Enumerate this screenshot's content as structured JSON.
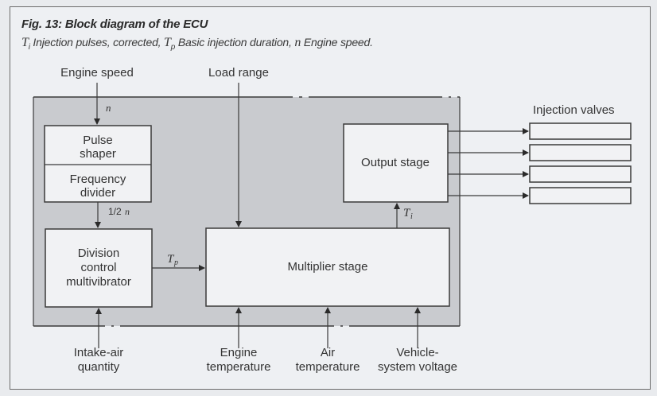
{
  "figure": {
    "title": "Fig. 13: Block diagram of the ECU",
    "caption": {
      "ti_symbol": "T",
      "ti_sub": "i",
      "ti_text": " Injection pulses, corrected, ",
      "tp_symbol": "T",
      "tp_sub": "p",
      "tp_text": " Basic injection duration, ",
      "n_symbol": "n",
      "n_text": " Engine speed."
    }
  },
  "inputs": {
    "engine_speed": "Engine speed",
    "load_range": "Load range",
    "intake_air_line1": "Intake-air",
    "intake_air_line2": "quantity",
    "engine_temp_line1": "Engine",
    "engine_temp_line2": "temperature",
    "air_temp_line1": "Air",
    "air_temp_line2": "temperature",
    "vehicle_voltage_line1": "Vehicle-",
    "vehicle_voltage_line2": "system voltage"
  },
  "blocks": {
    "pulse_shaper_line1": "Pulse",
    "pulse_shaper_line2": "shaper",
    "freq_divider_line1": "Frequency",
    "freq_divider_line2": "divider",
    "division_line1": "Division",
    "division_line2": "control",
    "division_line3": "multivibrator",
    "multiplier": "Multiplier stage",
    "output": "Output stage"
  },
  "signals": {
    "n": "n",
    "half_n_frac": "1/2",
    "half_n_var": "n",
    "tp_symbol": "T",
    "tp_sub": "p",
    "ti_symbol": "T",
    "ti_sub": "i"
  },
  "outputs": {
    "injection_valves": "Injection valves",
    "valve_count": 4
  },
  "colors": {
    "ecu_fill": "#c9cbcf",
    "block_fill": "#f1f2f4",
    "line": "#3a3a3a"
  }
}
